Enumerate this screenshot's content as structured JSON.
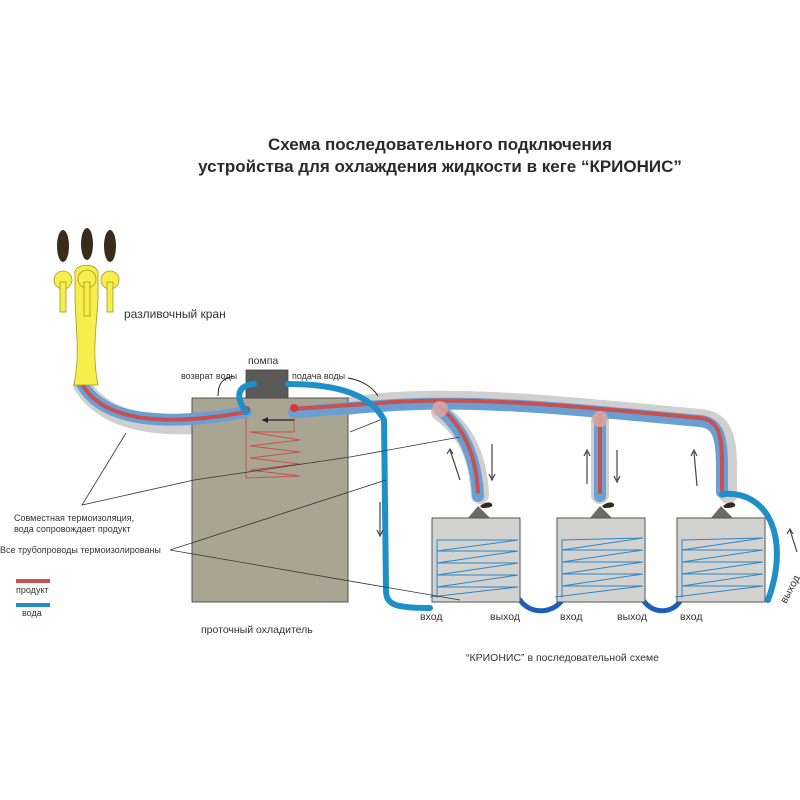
{
  "title": {
    "line1": "Схема последовательного подключения",
    "line2": "устройства для охлаждения жидкости в кеге “КРИОНИС”"
  },
  "labels": {
    "tap": "разливочный кран",
    "pump": "помпа",
    "water_return": "возврат воды",
    "water_supply": "подача воды",
    "joint_insulation_line1": "Совместная термоизоляция,",
    "joint_insulation_line2": "вода сопровождает продукт",
    "all_insulated": "Все трубопроводы термоизолированы",
    "flow_cooler": "проточный охладитель",
    "krionis_series": "“КРИОНИС” в последовательной схеме"
  },
  "legend": {
    "items": [
      {
        "label": "продукт",
        "color": "#c8504f"
      },
      {
        "label": "вода",
        "color": "#1f8fc8"
      }
    ]
  },
  "kegs": [
    {
      "inlet": "вход",
      "outlet": "выход"
    },
    {
      "inlet": "вход",
      "outlet": "выход"
    },
    {
      "inlet": "вход",
      "outlet": "выход"
    }
  ],
  "colors": {
    "product": "#c8504f",
    "water": "#1f8fc8",
    "water_light": "#6a9fd4",
    "insulation": "#d0d0d0",
    "cooler_body": "#a8a592",
    "pump": "#5a5a58",
    "keg_body": "#d2d2d0",
    "tap_body": "#f5ee4c",
    "tap_handle": "#3a2a1a",
    "coil_blue": "#2f87c4",
    "coil_red": "#c8504f"
  }
}
